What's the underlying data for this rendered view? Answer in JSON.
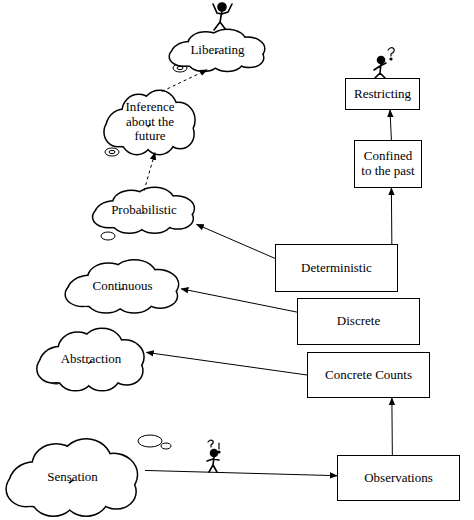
{
  "diagram": {
    "nodes": [
      {
        "text": [
          "Liberating"
        ]
      },
      {
        "text": [
          "Restricting"
        ]
      },
      {
        "text": [
          "Inference about the future"
        ]
      },
      {
        "text": [
          "Confined to the past"
        ]
      },
      {
        "text": [
          "Probabilistic"
        ]
      },
      {
        "text": [
          "Deterministic"
        ]
      },
      {
        "text": [
          "Continuous"
        ]
      },
      {
        "text": [
          "Discrete"
        ]
      },
      {
        "text": [
          "Abstraction"
        ]
      },
      {
        "text": [
          "Concrete Counts"
        ]
      },
      {
        "text": [
          "Sensation"
        ]
      },
      {
        "text": [
          "Observations"
        ]
      }
    ],
    "edges": [
      {
        "from": 10,
        "to": 11,
        "arrow": "to"
      },
      {
        "from": 11,
        "to": 9,
        "arrow": "to"
      },
      {
        "from": 9,
        "to": 8,
        "arrow": "to"
      },
      {
        "from": 7,
        "to": 6,
        "arrow": "to"
      },
      {
        "from": 5,
        "to": 4,
        "arrow": "to"
      },
      {
        "from": 5,
        "to": 3,
        "arrow": "to"
      },
      {
        "from": 3,
        "to": 1,
        "arrow": "to"
      },
      {
        "from": 4,
        "to": 2,
        "arrow": "to"
      },
      {
        "from": 2,
        "to": 0,
        "arrow": "to"
      }
    ]
  }
}
